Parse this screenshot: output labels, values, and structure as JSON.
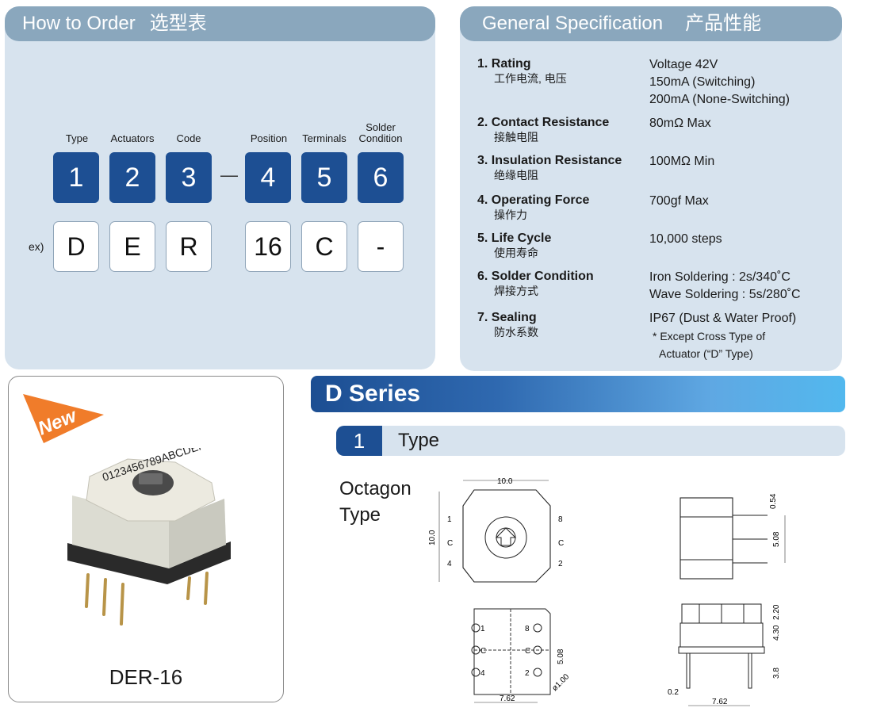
{
  "order": {
    "title": "How to Order",
    "title_zh": "选型表",
    "labels": [
      "Type",
      "Actuators",
      "Code",
      "Position",
      "Terminals",
      "Solder Condition"
    ],
    "numbers": [
      "1",
      "2",
      "3",
      "4",
      "5",
      "6"
    ],
    "dash": "—",
    "example_label": "ex)",
    "example": [
      "D",
      "E",
      "R",
      "16",
      "C",
      "-"
    ]
  },
  "spec": {
    "title": "General Specification",
    "title_zh": "产品性能",
    "items": [
      {
        "name": "1. Rating",
        "zh": "工作电流, 电压",
        "values": [
          "Voltage 42V",
          "150mA (Switching)",
          "200mA (None-Switching)"
        ]
      },
      {
        "name": "2. Contact Resistance",
        "zh": "接触电阻",
        "values": [
          "80mΩ  Max"
        ]
      },
      {
        "name": "3. Insulation Resistance",
        "zh": "绝缘电阻",
        "values": [
          "100MΩ  Min"
        ]
      },
      {
        "name": "4. Operating Force",
        "zh": "操作力",
        "values": [
          "700gf  Max"
        ]
      },
      {
        "name": "5. Life Cycle",
        "zh": "使用寿命",
        "values": [
          "10,000 steps"
        ]
      },
      {
        "name": "6. Solder Condition",
        "zh": "焊接方式",
        "values": [
          "Iron Soldering : 2s/340˚C",
          "Wave Soldering : 5s/280˚C"
        ]
      },
      {
        "name": "7. Sealing",
        "zh": "防水系数",
        "values": [
          "IP67 (Dust & Water Proof)"
        ],
        "notes": [
          "* Except Cross Type of",
          "Actuator (“D” Type)"
        ]
      }
    ]
  },
  "product": {
    "badge": "New",
    "name": "DER-16",
    "dial_chars": "0123456789ABCDEF"
  },
  "series": {
    "title": "D Series",
    "section_num": "1",
    "section_title": "Type",
    "type_name_1": "Octagon",
    "type_name_2": "Type"
  },
  "drawing": {
    "dim_width": "10.0",
    "dim_height": "10.0",
    "dim_pin_thick": "0.54",
    "dim_pin_pitch": "5.08",
    "dim_top": "2.20",
    "dim_body": "4.30",
    "dim_pin_len": "3.8",
    "dim_pin_w": "0.2",
    "dim_row_pitch": "7.62",
    "dim_hole": "ø1.00",
    "dim_pitch2": "5.08",
    "dim_row2": "7.62",
    "pin_labels_left": [
      "1",
      "C",
      "4"
    ],
    "pin_labels_right": [
      "8",
      "C",
      "2"
    ],
    "pcb_labels_left": [
      "1",
      "C",
      "4"
    ],
    "pcb_labels_right": [
      "8",
      "C",
      "2"
    ]
  }
}
